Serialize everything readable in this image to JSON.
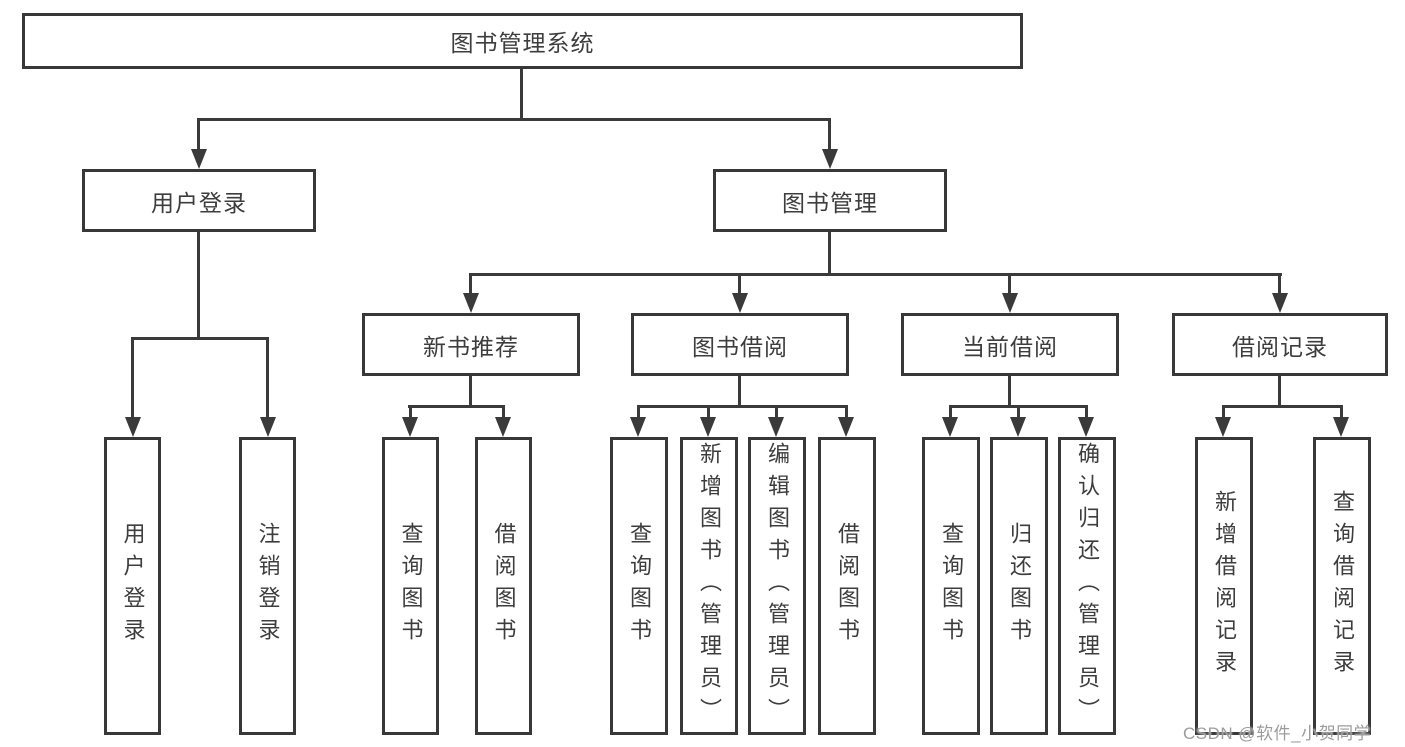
{
  "diagram": {
    "title": "图书管理系统",
    "nodes": {
      "root": "图书管理系统",
      "user_login": "用户登录",
      "book_mgmt": "图书管理",
      "new_book": "新书推荐",
      "borrow": "图书借阅",
      "current": "当前借阅",
      "records": "借阅记录",
      "ul_login": "用户登录",
      "ul_logout": "注销登录",
      "nb_query": "查询图书",
      "nb_borrow": "借阅图书",
      "bb_query": "查询图书",
      "bb_add": "新增图书（管理员）",
      "bb_edit": "编辑图书（管理员）",
      "bb_borrow": "借阅图书",
      "cb_query": "查询图书",
      "cb_return": "归还图书",
      "cb_confirm": "确认归还（管理员）",
      "br_add": "新增借阅记录",
      "br_query": "查询借阅记录"
    },
    "hierarchy": {
      "图书管理系统": {
        "用户登录": [
          "用户登录",
          "注销登录"
        ],
        "图书管理": {
          "新书推荐": [
            "查询图书",
            "借阅图书"
          ],
          "图书借阅": [
            "查询图书",
            "新增图书（管理员）",
            "编辑图书（管理员）",
            "借阅图书"
          ],
          "当前借阅": [
            "查询图书",
            "归还图书",
            "确认归还（管理员）"
          ],
          "借阅记录": [
            "新增借阅记录",
            "查询借阅记录"
          ]
        }
      }
    },
    "colors": {
      "line": "#3a3a3a",
      "border": "#383838",
      "text": "#3d3d3d",
      "background": "#ffffff",
      "watermark": "#9c9c9c"
    }
  },
  "watermark": "CSDN @软件_小贺同学"
}
